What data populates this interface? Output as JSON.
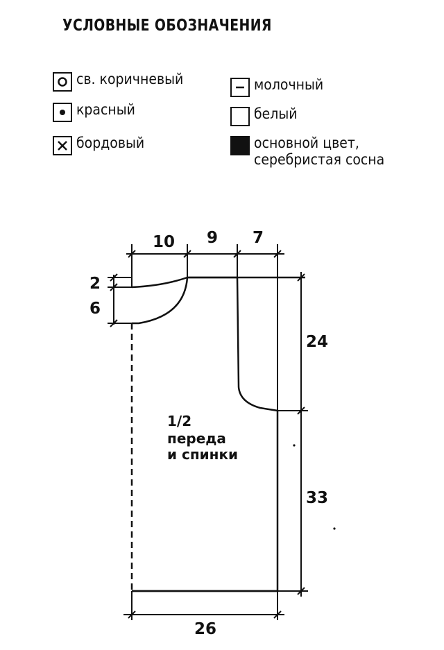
{
  "legend": {
    "title": "УСЛОВНЫЕ ОБОЗНАЧЕНИЯ",
    "items": [
      {
        "symbol": "circle-icon",
        "lines": [
          "св. коричневый"
        ]
      },
      {
        "symbol": "dot-icon",
        "lines": [
          "красный"
        ]
      },
      {
        "symbol": "cross-icon",
        "lines": [
          "бордовый"
        ]
      },
      {
        "symbol": "dash-icon",
        "lines": [
          "молочный"
        ]
      },
      {
        "symbol": "empty-square-icon",
        "lines": [
          "белый"
        ]
      },
      {
        "symbol": "filled-square-icon",
        "lines": [
          "основной цвет,",
          "серебристая сосна"
        ]
      }
    ]
  },
  "pattern": {
    "label_line1": "1/2",
    "label_line2": "переда",
    "label_line3": "и спинки",
    "dims": {
      "neck_width": "10",
      "shoulder_width": "9",
      "armhole_depth_top": "7",
      "neck_drop_small": "2",
      "neck_drop": "6",
      "armhole_height": "24",
      "body_height": "33",
      "bottom_width": "26"
    }
  }
}
